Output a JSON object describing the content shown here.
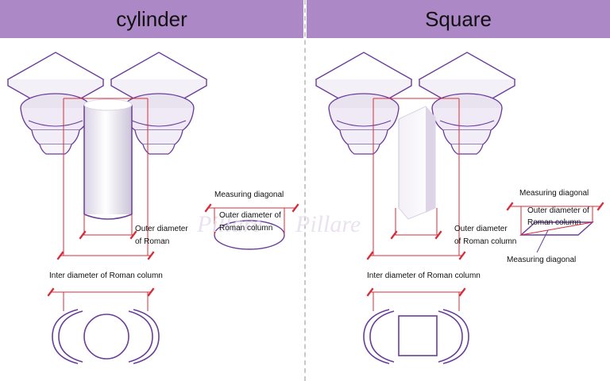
{
  "colors": {
    "header_bg": "#ad88c6",
    "outline": "#6a3d9a",
    "measure_line": "#d62d3a"
  },
  "watermark": "Pillare",
  "left_panel": {
    "title": "cylinder",
    "labels": {
      "outer_diameter": "Outer diameter\nof Roman",
      "inter_diameter": "Inter diameter of Roman column",
      "measuring_diagonal": "Measuring diagonal",
      "outer_diameter_full": "Outer diameter of\nRoman column"
    }
  },
  "right_panel": {
    "title": "Square",
    "labels": {
      "outer_diameter": "Outer diameter\nof Roman column",
      "inter_diameter": "Inter diameter of Roman column",
      "measuring_diagonal_top": "Measuring diagonal",
      "outer_diameter_full": "Outer diameter of\nRoman column",
      "measuring_diagonal_bottom": "Measuring diagonal"
    }
  }
}
